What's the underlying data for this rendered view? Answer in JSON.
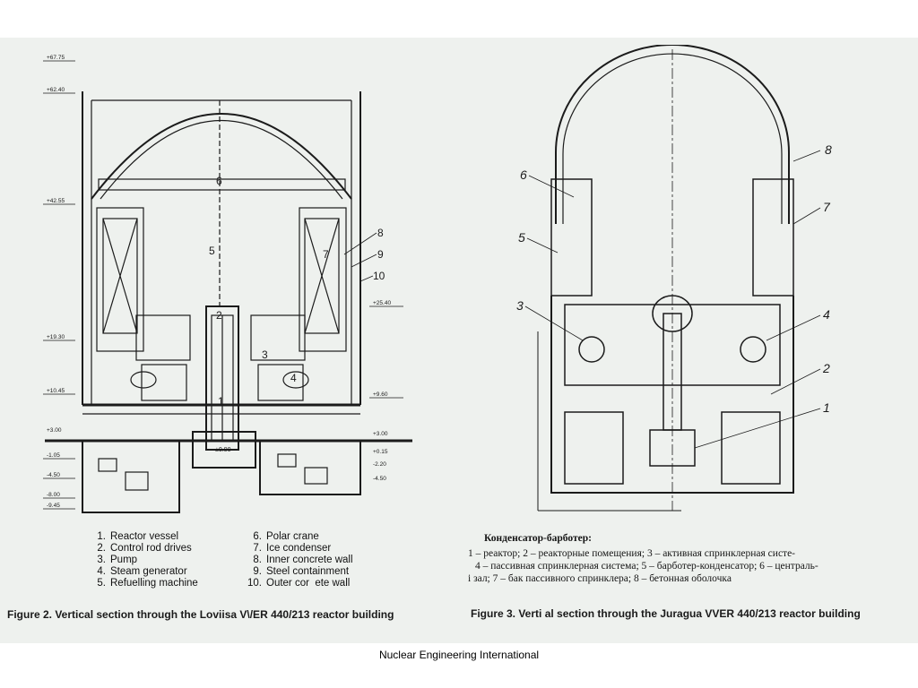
{
  "fig2": {
    "elevations": [
      "+67.75",
      "+62.40",
      "+42.55",
      "+19.30",
      "+10.45",
      "+3.00",
      "-1.05",
      "-4.50",
      "-8.00",
      "-9.45"
    ],
    "right_elevations": [
      "+25.40",
      "+9.60",
      "+3.00",
      "+0.15",
      "-2.20",
      "-4.50"
    ],
    "callouts": [
      "6",
      "5",
      "7",
      "8",
      "9",
      "10",
      "2",
      "3",
      "4",
      "1",
      "±0.00"
    ],
    "legend_left": [
      {
        "num": "1.",
        "text": "Reactor vessel"
      },
      {
        "num": "2.",
        "text": "Control rod drives"
      },
      {
        "num": "3.",
        "text": "Pump"
      },
      {
        "num": "4.",
        "text": "Steam generator"
      },
      {
        "num": "5.",
        "text": "Refuelling machine"
      }
    ],
    "legend_right": [
      {
        "num": "6.",
        "text": "Polar crane"
      },
      {
        "num": "7.",
        "text": "Ice condenser"
      },
      {
        "num": "8.",
        "text": "Inner concrete wall"
      },
      {
        "num": "9.",
        "text": "Steel containment"
      },
      {
        "num": "10.",
        "text": "Outer cor  ete wall"
      }
    ],
    "caption": "Figure 2.  Vertical section through the Loviisa V\\/ER 440/213 reactor building"
  },
  "fig3": {
    "callouts": [
      "8",
      "6",
      "7",
      "5",
      "3",
      "4",
      "2",
      "1"
    ],
    "heading": "Конденсатор-барботер:",
    "legend_lines": [
      "1 – реактор;  2 – реакторные помещения;  3 – активная спринклерная систе-",
      "4 – пассивная спринклерная система;  5 – барботер-конденсатор;  6 – централь-",
      "і зал;  7 – бак пассивного спринклера;  8 – бетонная оболочка"
    ],
    "caption": "Figure 3.  Verti    al section through the Juragua VVER 440/213 reactor building"
  },
  "credit": "Nuclear Engineering International",
  "colors": {
    "paper": "#eef1ee",
    "ink": "#1b1b1b",
    "page": "#ffffff"
  }
}
